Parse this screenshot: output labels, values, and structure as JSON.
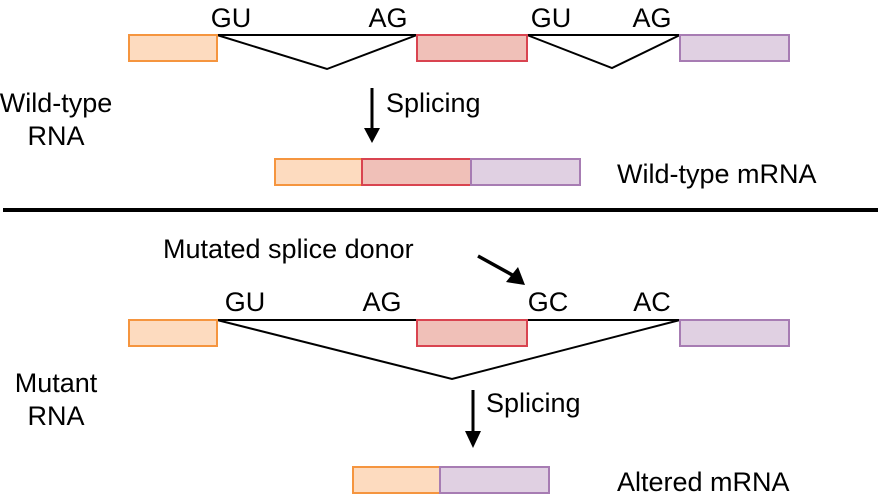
{
  "wildtype": {
    "label_line1": "Wild-type",
    "label_line2": "RNA",
    "sites": [
      "GU",
      "AG",
      "GU",
      "AG"
    ],
    "splicing_label": "Splicing",
    "product_label": "Wild-type mRNA"
  },
  "mutant": {
    "label_line1": "Mutant",
    "label_line2": "RNA",
    "annotation": "Mutated splice donor",
    "sites": [
      "GU",
      "AG",
      "GC",
      "AC"
    ],
    "splicing_label": "Splicing",
    "product_label": "Altered mRNA"
  },
  "colors": {
    "exon1_fill": "#fddbbf",
    "exon1_stroke": "#f5953f",
    "exon2_fill": "#f0c0b8",
    "exon2_stroke": "#d94450",
    "exon3_fill": "#e0d0e2",
    "exon3_stroke": "#a77cb3"
  }
}
